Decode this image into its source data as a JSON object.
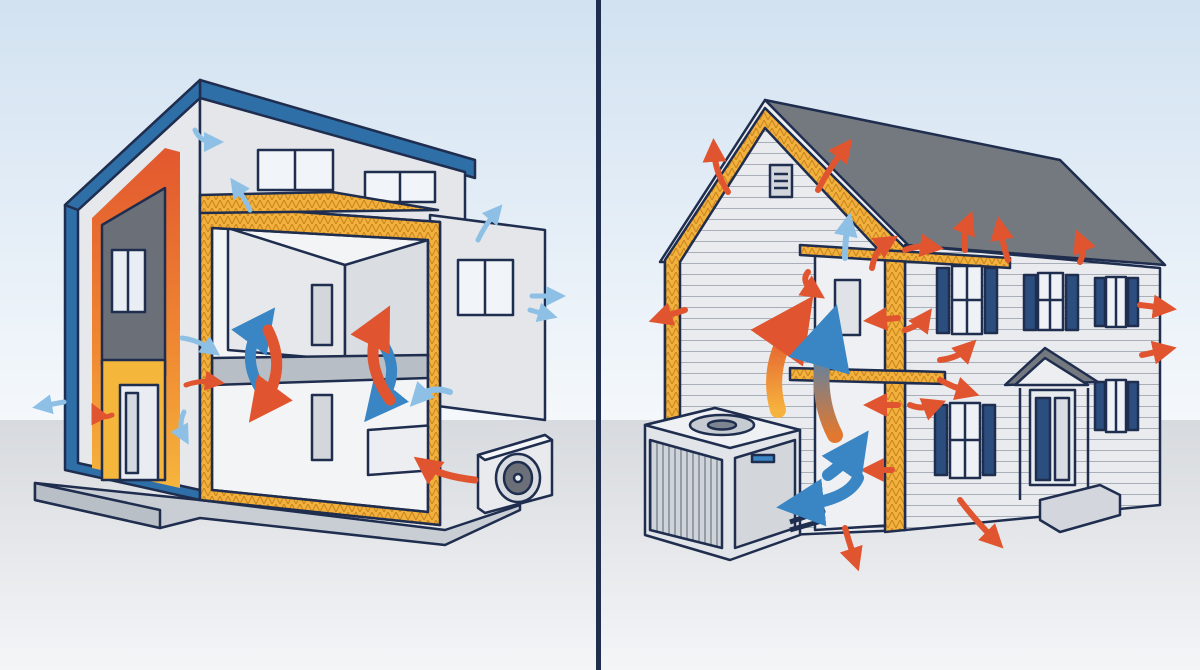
{
  "panels": [
    {
      "id": "left",
      "subject": "modern-house-cutaway"
    },
    {
      "id": "right",
      "subject": "traditional-house-cutaway"
    }
  ],
  "colors": {
    "sky_top": "#dbe8f4",
    "ground": "#dfe2e5",
    "divider": "#1f2d4e",
    "outline": "#1f2d4e",
    "roof_blue": "#2f6fa8",
    "wall_gray": "#e4e6ea",
    "dark_panel": "#6b7078",
    "insulation": "#f2b03c",
    "heat_arrow": "#e0552f",
    "cool_arrow": "#3a86c4",
    "shutter": "#2b4e7e",
    "roof_gray": "#74797f"
  },
  "icons": [
    "heat-loss-arrow",
    "cool-air-arrow",
    "air-circulation-arrow",
    "heat-pump-unit",
    "ac-condenser-unit"
  ]
}
